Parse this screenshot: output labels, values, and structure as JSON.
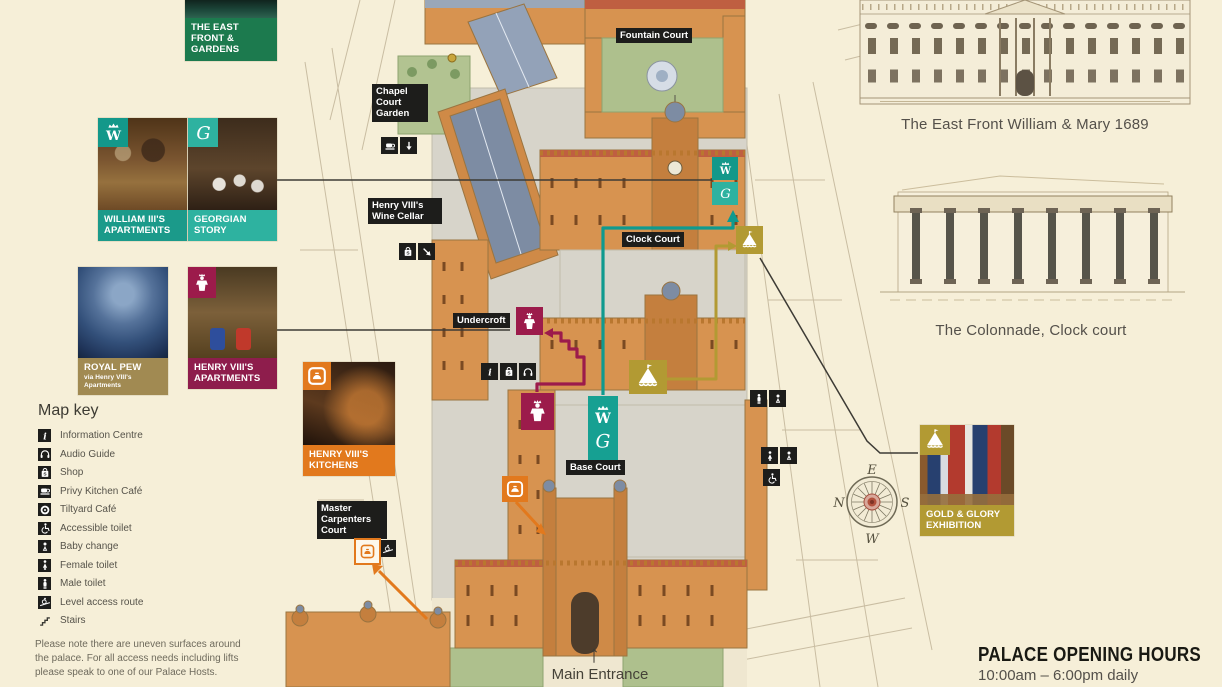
{
  "cards": {
    "east_front": {
      "label": "THE EAST FRONT & GARDENS"
    },
    "william": {
      "label": "WILLIAM III'S APARTMENTS",
      "badge": "crown-w"
    },
    "georgian": {
      "label": "GEORGIAN STORY",
      "badge": "script-g"
    },
    "royal_pew": {
      "label": "ROYAL PEW",
      "sublabel": "via Henry VIII's Apartments"
    },
    "henry_apartments": {
      "label": "HENRY VIII'S APARTMENTS",
      "badge": "knight"
    },
    "kitchens": {
      "label": "HENRY VIII'S KITCHENS",
      "badge": "pot"
    },
    "gold_glory": {
      "label": "GOLD & GLORY EXHIBITION",
      "badge": "tent"
    }
  },
  "map_key": {
    "title": "Map key",
    "items": [
      {
        "icon": "info",
        "label": "Information Centre"
      },
      {
        "icon": "audio",
        "label": "Audio Guide"
      },
      {
        "icon": "shop",
        "label": "Shop"
      },
      {
        "icon": "cafe",
        "label": "Privy Kitchen Café"
      },
      {
        "icon": "plate",
        "label": "Tiltyard Café"
      },
      {
        "icon": "accessible",
        "label": "Accessible toilet"
      },
      {
        "icon": "baby",
        "label": "Baby change"
      },
      {
        "icon": "female",
        "label": "Female toilet"
      },
      {
        "icon": "male",
        "label": "Male toilet"
      },
      {
        "icon": "level",
        "label": "Level access route"
      },
      {
        "icon": "stairs",
        "label": "Stairs"
      }
    ]
  },
  "note": "Please note there are uneven surfaces around the palace. For all access needs including lifts please speak to one of our Palace Hosts.",
  "map_labels": {
    "fountain_court": "Fountain Court",
    "chapel_court_garden": "Chapel Court Garden",
    "wine_cellar": "Henry VIII's Wine Cellar",
    "clock_court": "Clock Court",
    "undercroft": "Undercroft",
    "base_court": "Base Court",
    "master_carpenters": "Master Carpenters Court",
    "main_entrance": "Main Entrance",
    "entrance_arrow": "↑"
  },
  "captions": {
    "east_front": "The East Front William & Mary 1689",
    "colonnade": "The Colonnade, Clock court"
  },
  "opening_hours": {
    "title": "PALACE OPENING HOURS",
    "hours": "10:00am – 6:00pm daily"
  },
  "compass": {
    "n": "N",
    "e": "E",
    "s": "S",
    "w": "W"
  },
  "icons": {
    "info": "info",
    "audio": "audio",
    "shop": "shop",
    "cafe": "cafe",
    "plate": "plate",
    "accessible": "accessible",
    "baby": "baby",
    "female": "female",
    "male": "male",
    "level": "level",
    "stairs": "stairs",
    "arrow_down": "arrow-down",
    "arrow_diag": "arrow-diag",
    "crown_w": "crown-w",
    "script_g": "script-g",
    "knight": "knight",
    "tent": "tent",
    "pot": "pot",
    "pot_outline": "pot-o"
  },
  "colors": {
    "teal": "#13988a",
    "teal_light": "#2eb2a0",
    "crimson": "#9c1b4b",
    "orange": "#e2791d",
    "gold": "#b29a33",
    "green": "#1c7a4e",
    "tan": "#a18a52",
    "background": "#f6efd8"
  }
}
